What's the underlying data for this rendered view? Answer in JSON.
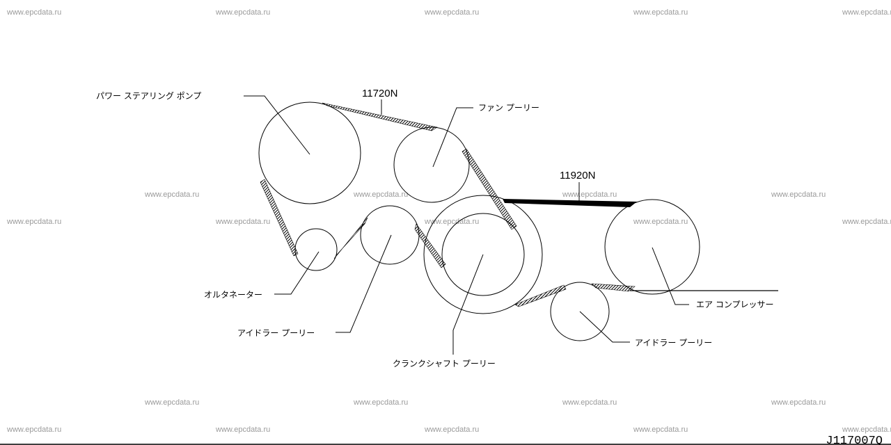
{
  "watermark": "www.epcdata.ru",
  "part_numbers": {
    "belt_upper": "11720N",
    "belt_lower": "11920N"
  },
  "labels": {
    "power_steering_pump": "パワー ステアリング ポンプ",
    "fan_pulley": "ファン プーリー",
    "alternator": "オルタネーター",
    "idler_pulley_left": "アイドラー プーリー",
    "crankshaft_pulley": "クランクシャフト プーリー",
    "air_compressor": "エア コンプレッサー",
    "idler_pulley_right": "アイドラー プーリー"
  },
  "diagram_code": "J117007Q"
}
